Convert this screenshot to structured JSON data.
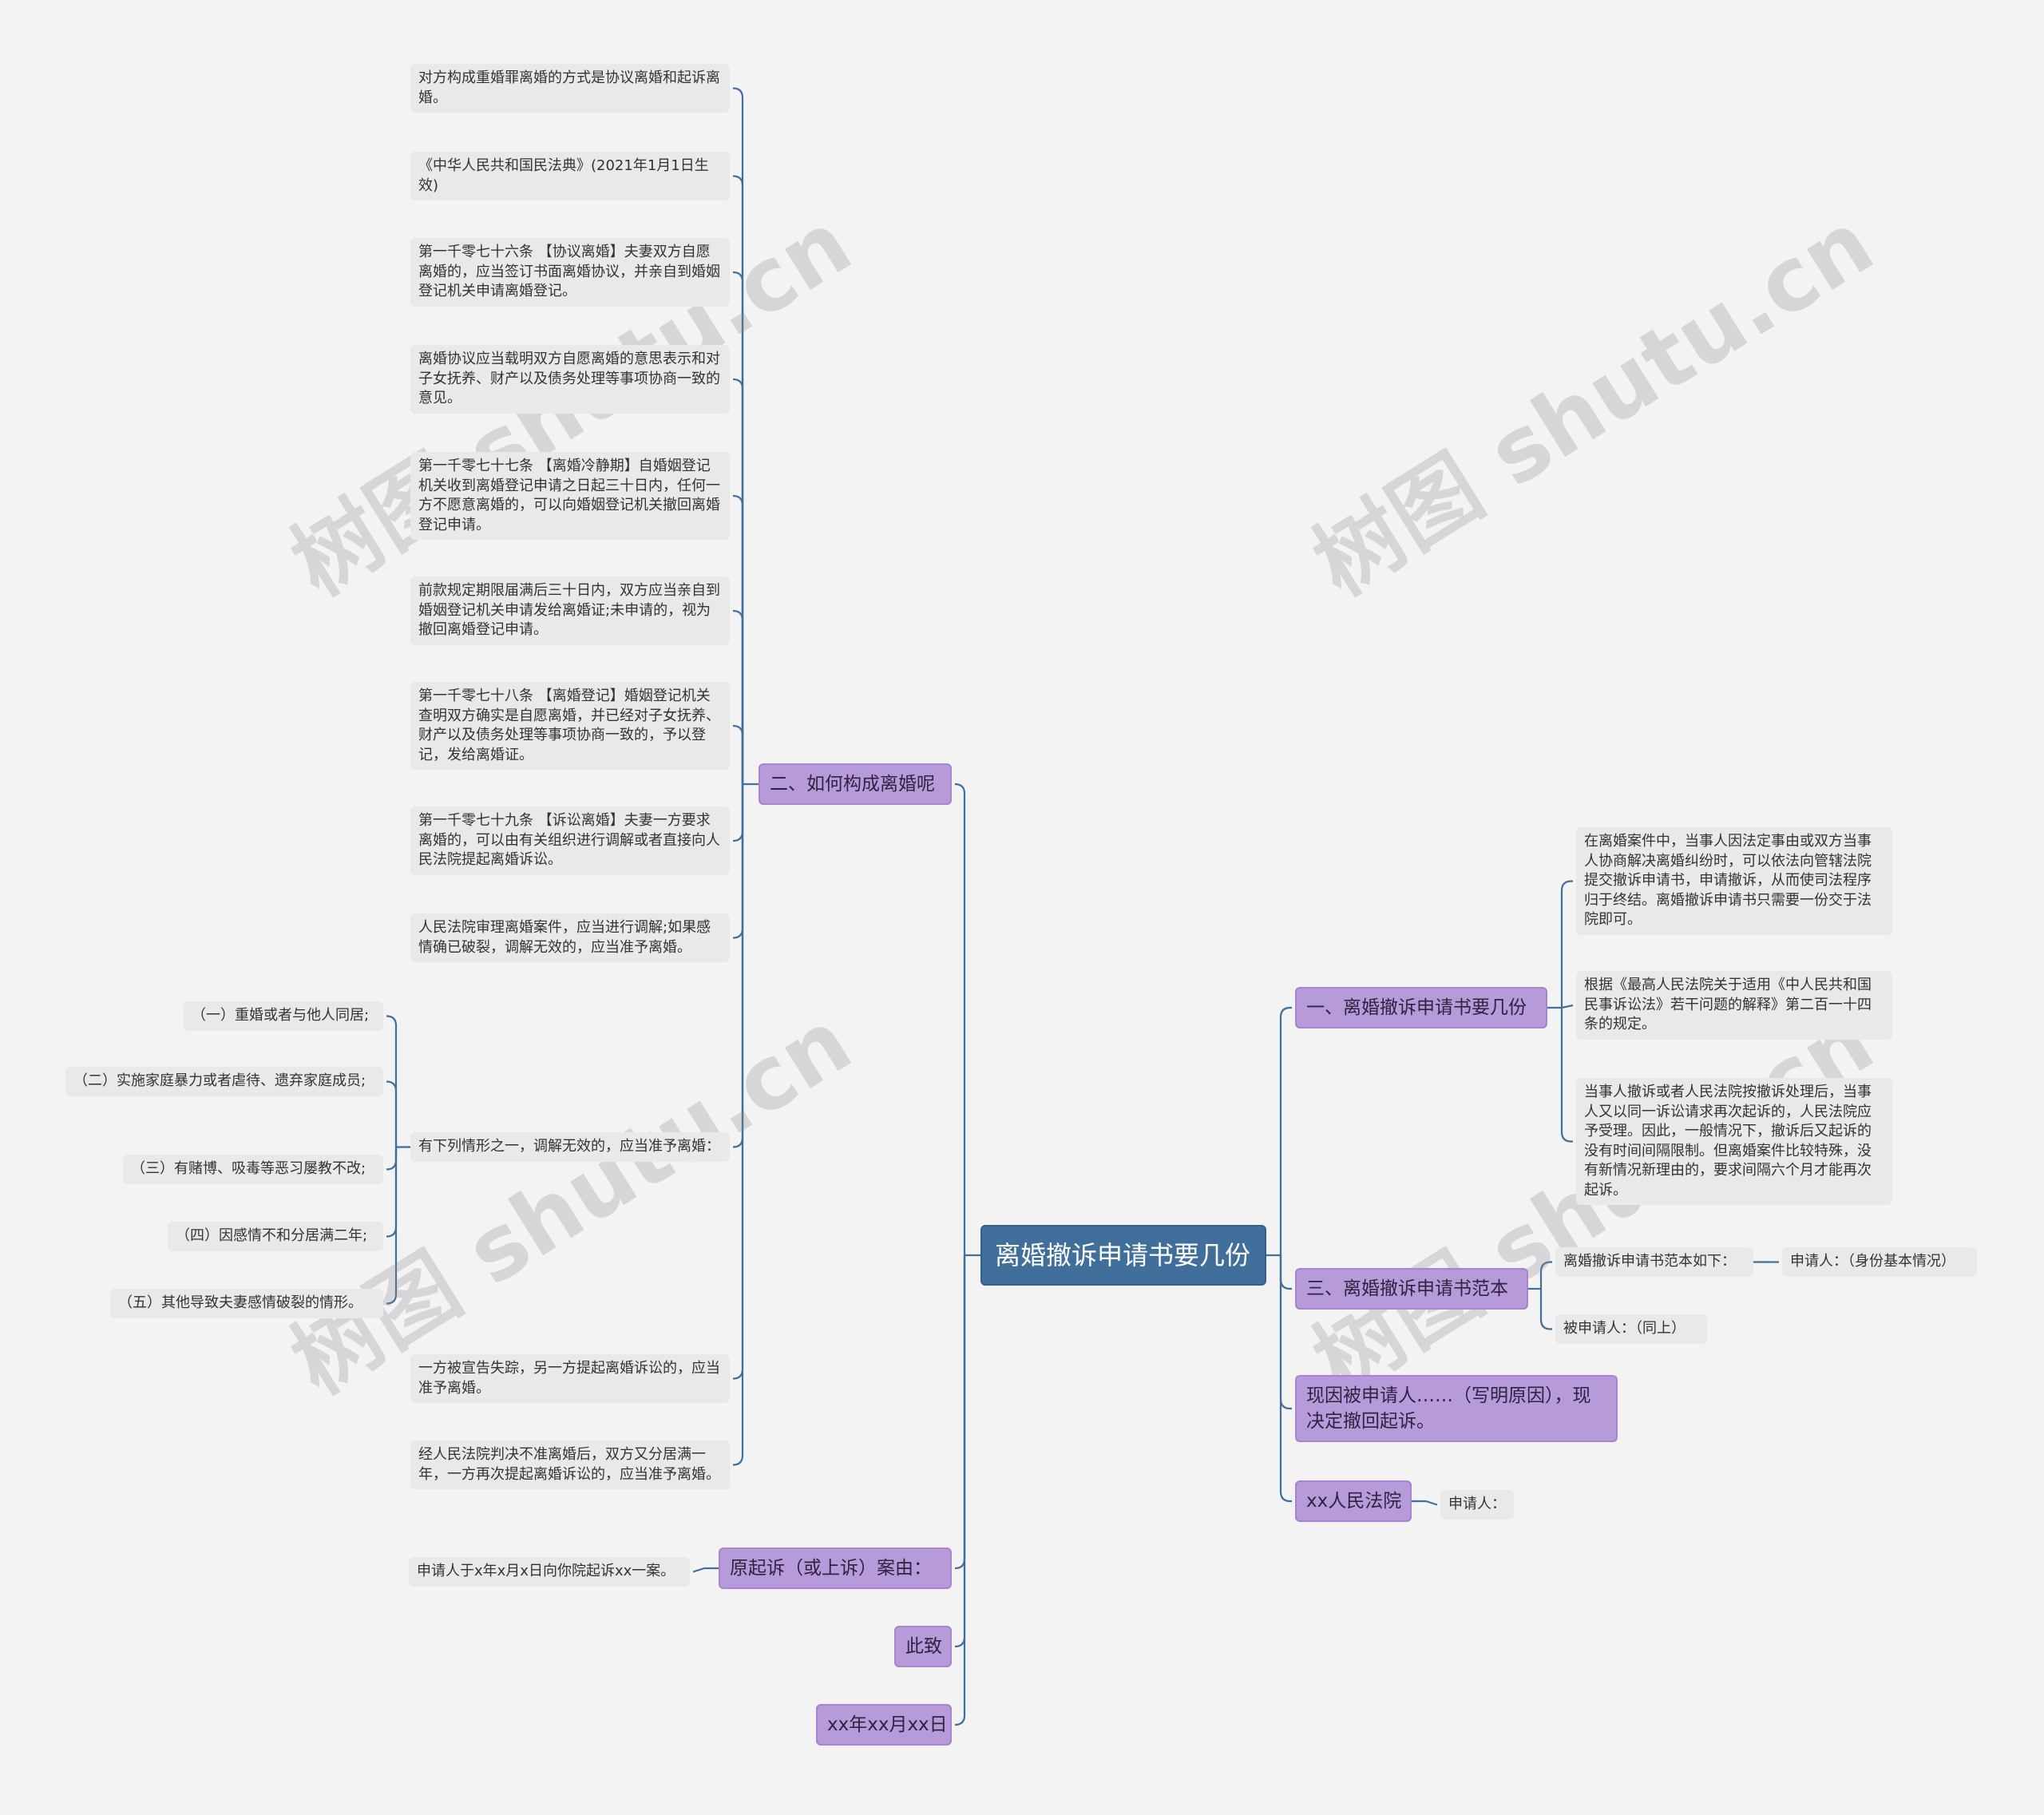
{
  "colors": {
    "line": "#3f6f9a",
    "root": "#3f6f9a",
    "branch": "#b79ad9",
    "leaf": "#e9e9e9",
    "background": "#f3f3f3"
  },
  "watermark": "树图 shutu.cn",
  "root": "离婚撤诉申请书要几份",
  "left": {
    "how": {
      "label": "二、如何构成离婚呢",
      "items": [
        "对方构成重婚罪离婚的方式是协议离婚和起诉离婚。",
        "《中华人民共和国民法典》(2021年1月1日生效)",
        "第一千零七十六条 【协议离婚】夫妻双方自愿离婚的，应当签订书面离婚协议，并亲自到婚姻登记机关申请离婚登记。",
        "离婚协议应当载明双方自愿离婚的意思表示和对子女抚养、财产以及债务处理等事项协商一致的意见。",
        "第一千零七十七条 【离婚冷静期】自婚姻登记机关收到离婚登记申请之日起三十日内，任何一方不愿意离婚的，可以向婚姻登记机关撤回离婚登记申请。",
        "前款规定期限届满后三十日内，双方应当亲自到婚姻登记机关申请发给离婚证;未申请的，视为撤回离婚登记申请。",
        "第一千零七十八条 【离婚登记】婚姻登记机关查明双方确实是自愿离婚，并已经对子女抚养、财产以及债务处理等事项协商一致的，予以登记，发给离婚证。",
        "第一千零七十九条 【诉讼离婚】夫妻一方要求离婚的，可以由有关组织进行调解或者直接向人民法院提起离婚诉讼。",
        "人民法院审理离婚案件，应当进行调解;如果感情确已破裂，调解无效的，应当准予离婚。",
        "有下列情形之一，调解无效的，应当准予离婚：",
        "一方被宣告失踪，另一方提起离婚诉讼的，应当准予离婚。",
        "经人民法院判决不准离婚后，双方又分居满一年，一方再次提起离婚诉讼的，应当准予离婚。"
      ],
      "cases": [
        "（一）重婚或者与他人同居;",
        "（二）实施家庭暴力或者虐待、遗弃家庭成员;",
        "（三）有赌博、吸毒等恶习屡教不改;",
        "（四）因感情不和分居满二年;",
        "（五）其他导致夫妻感情破裂的情形。"
      ]
    },
    "original": {
      "label": "原起诉（或上诉）案由：",
      "child": "申请人于x年x月x日向你院起诉xx一案。"
    },
    "zhici": "此致",
    "date": "xx年xx月xx日"
  },
  "right": {
    "howmany": {
      "label": "一、离婚撤诉申请书要几份",
      "items": [
        "在离婚案件中，当事人因法定事由或双方当事人协商解决离婚纠纷时，可以依法向管辖法院提交撤诉申请书，申请撤诉，从而使司法程序归于终结。离婚撤诉申请书只需要一份交于法院即可。",
        "根据《最高人民法院关于适用《中人民共和国民事诉讼法》若干问题的解释》第二百一十四条的规定。",
        "当事人撤诉或者人民法院按撤诉处理后，当事人又以同一诉讼请求再次起诉的，人民法院应予受理。因此，一般情况下，撤诉后又起诉的没有时间间隔限制。但离婚案件比较特殊，没有新情况新理由的，要求间隔六个月才能再次起诉。"
      ]
    },
    "sample": {
      "label": "三、离婚撤诉申请书范本",
      "intro": "离婚撤诉申请书范本如下：",
      "applicant": "申请人：（身份基本情况）",
      "respondent": "被申请人：（同上）"
    },
    "reason": "现因被申请人……（写明原因），现决定撤回起诉。",
    "court": {
      "label": "xx人民法院",
      "child": "申请人："
    }
  }
}
